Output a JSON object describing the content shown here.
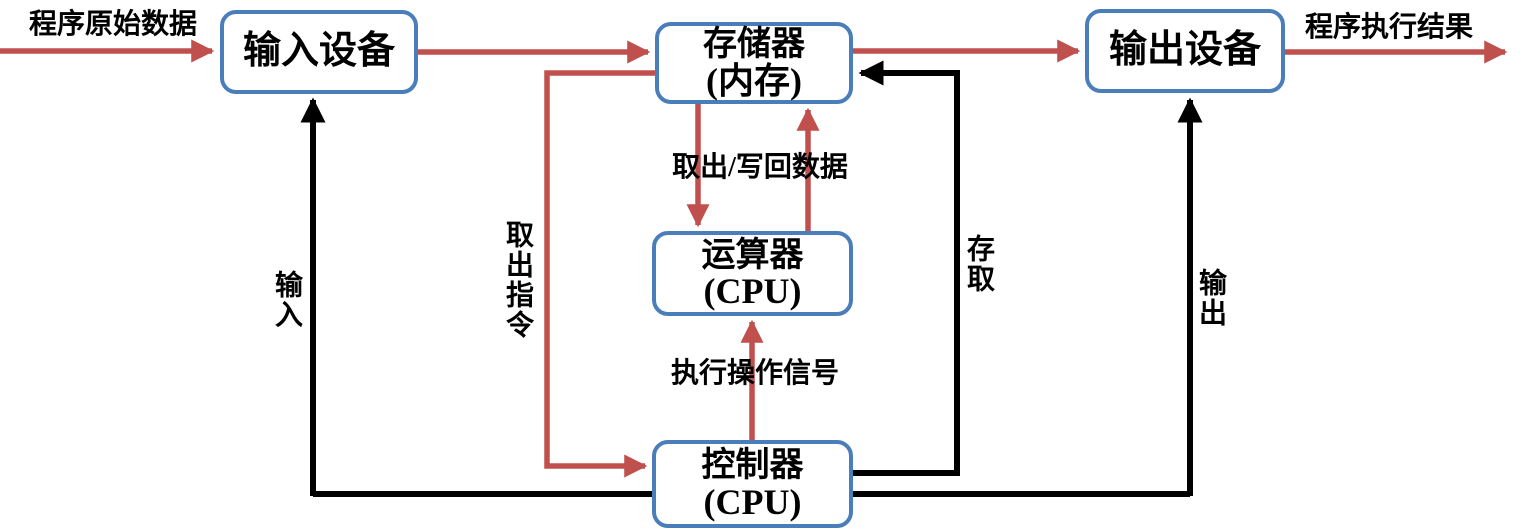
{
  "diagram": {
    "name": "computer-architecture-flow-diagram",
    "colors": {
      "box_border": "#4a7ebb",
      "arrow_red": "#c0504d",
      "arrow_black": "#000000",
      "background": "#ffffff",
      "text": "#000000"
    },
    "boxes": {
      "input_device": {
        "label": "输入设备"
      },
      "memory": {
        "label": "存储器",
        "sublabel": "(内存)"
      },
      "output_device": {
        "label": "输出设备"
      },
      "alu": {
        "label": "运算器",
        "sublabel": "(CPU)"
      },
      "control_unit": {
        "label": "控制器",
        "sublabel": "(CPU)"
      }
    },
    "edge_labels": {
      "program_input": "程序原始数据",
      "program_output": "程序执行结果",
      "fetch_writeback_data": "取出/写回数据",
      "execute_signal": "执行操作信号",
      "fetch_instruction": "取出指令",
      "access": "存取",
      "input": "输入",
      "output": "输出"
    }
  }
}
